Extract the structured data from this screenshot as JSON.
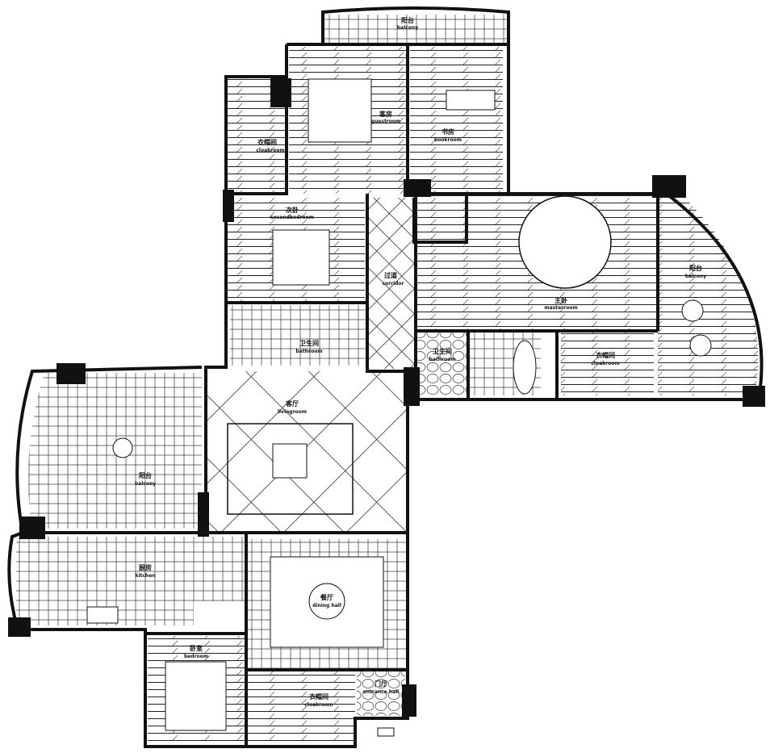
{
  "plan": {
    "rooms": {
      "balcony_top": {
        "cn": "阳台",
        "en": "balcony"
      },
      "guestroom": {
        "cn": "客房",
        "en": "guestroom"
      },
      "study": {
        "cn": "书房",
        "en": "bookroom"
      },
      "cloakroom_upper": {
        "cn": "衣帽间",
        "en": "cloakroom"
      },
      "secondbedroom": {
        "cn": "次卧",
        "en": "secondbedroom"
      },
      "corridor": {
        "cn": "过道",
        "en": "corridor"
      },
      "masterroom": {
        "cn": "主卧",
        "en": "masterroom"
      },
      "balcony_right": {
        "cn": "阳台",
        "en": "balcony"
      },
      "bathroom_left": {
        "cn": "卫生间",
        "en": "bathroom"
      },
      "bathroom_master": {
        "cn": "卫生间",
        "en": "bathroom"
      },
      "cloakroom_master": {
        "cn": "衣帽间",
        "en": "cloakroom"
      },
      "livingroom": {
        "cn": "客厅",
        "en": "livingroom"
      },
      "balcony_left": {
        "cn": "阳台",
        "en": "balcony"
      },
      "kitchen": {
        "cn": "厨房",
        "en": "kitchen"
      },
      "dining": {
        "cn": "餐厅",
        "en": "dining hall"
      },
      "bedroom": {
        "cn": "卧室",
        "en": "bedroom"
      },
      "cloakroom_lower": {
        "cn": "衣帽间",
        "en": "cloakroom"
      },
      "entrance": {
        "cn": "门厅",
        "en": "entrance hall"
      }
    },
    "colors": {
      "line": "#111111",
      "background": "#ffffff"
    }
  }
}
